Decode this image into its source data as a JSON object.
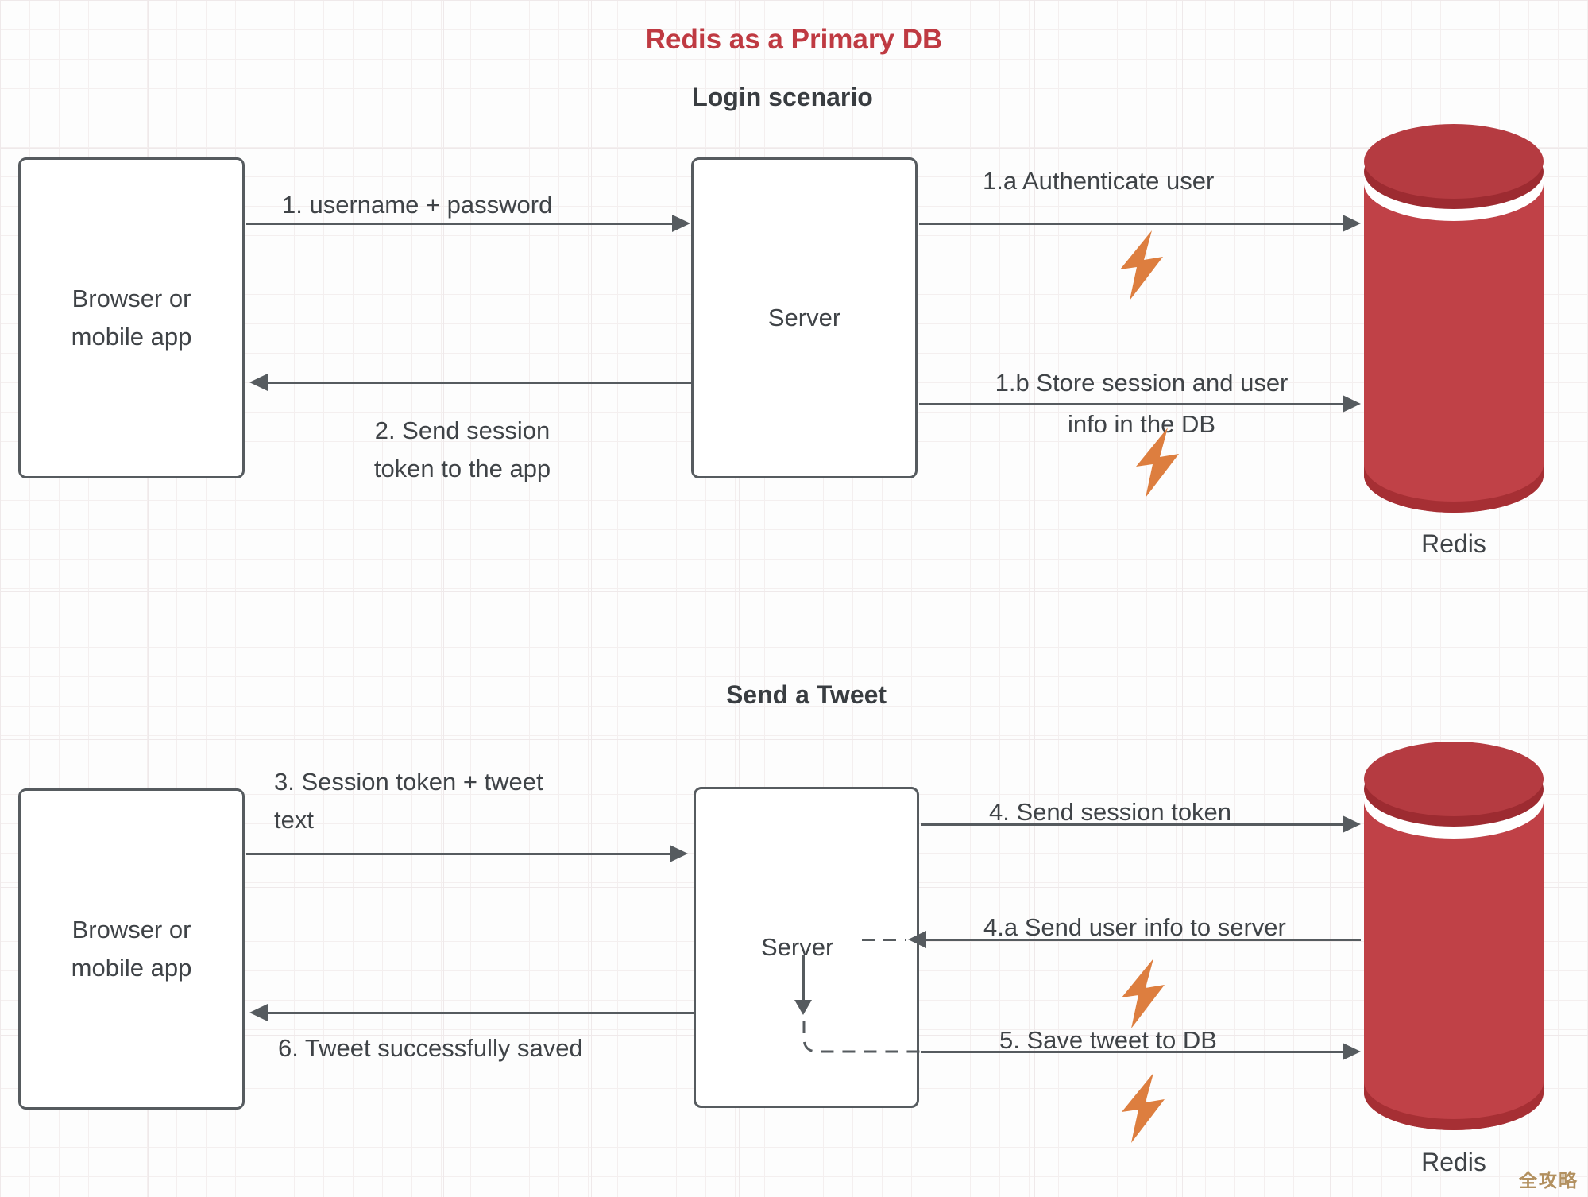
{
  "title": "Redis as a Primary DB",
  "watermark": "全攻略",
  "colors": {
    "accent_red": "#bf3a42",
    "cylinder_body": "#c04147",
    "cylinder_top": "#b53b41",
    "cylinder_rim": "#9d2b31",
    "bolt_orange": "#dd7e3f",
    "line_gray": "#565b5f",
    "text_gray": "#3f4347"
  },
  "login": {
    "heading": "Login scenario",
    "browser": {
      "line1": "Browser or",
      "line2": "mobile app"
    },
    "server": "Server",
    "redis": "Redis",
    "arrow1": "1. username + password",
    "arrow2": {
      "line1": "2. Send session",
      "line2": "token to the app"
    },
    "arrow1a": "1.a Authenticate user",
    "arrow1b": {
      "line1": "1.b Store session and user",
      "line2": "info in the DB"
    }
  },
  "tweet": {
    "heading": "Send a Tweet",
    "browser": {
      "line1": "Browser or",
      "line2": "mobile app"
    },
    "server": "Server",
    "redis": "Redis",
    "arrow3": {
      "line1": "3. Session token + tweet",
      "line2": "text"
    },
    "arrow4": "4. Send session token",
    "arrow4a": "4.a Send user info to server",
    "arrow5": "5. Save tweet to DB",
    "arrow6": "6. Tweet successfully saved"
  }
}
